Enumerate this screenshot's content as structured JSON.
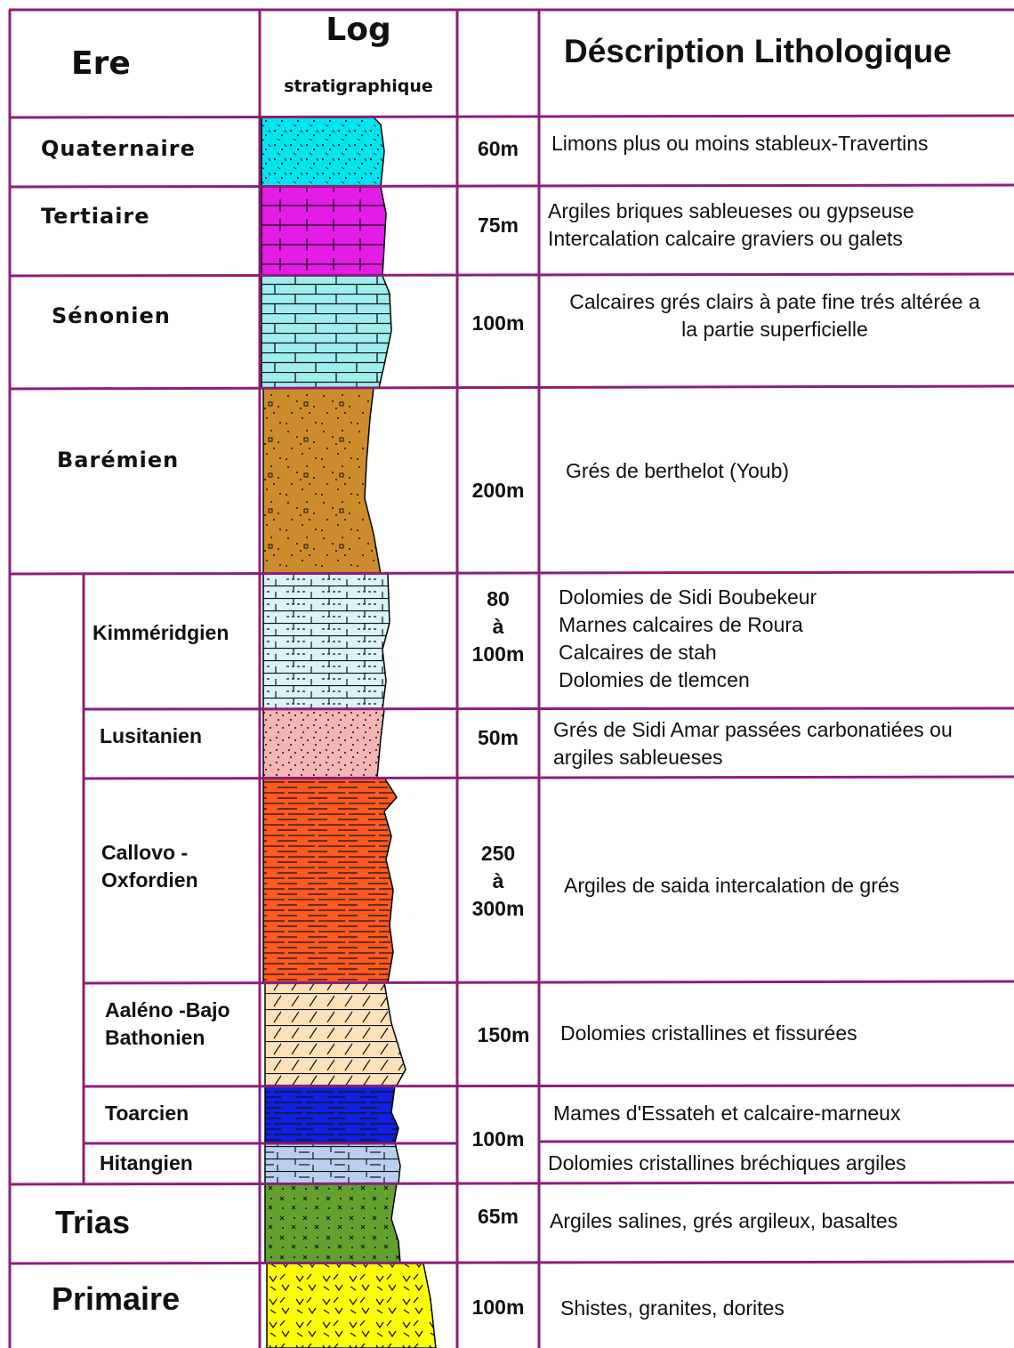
{
  "header": {
    "era": "Ere",
    "log": "Log",
    "log_sub": "stratigraphique",
    "description": "Déscription Lithologique"
  },
  "units": [
    {
      "name": "Quaternaire",
      "thickness": "60m",
      "description": "Limons plus ou moins stableux-Travertins",
      "pattern": "dotted-sand",
      "color": "#00e5ee"
    },
    {
      "name": "Tertiaire",
      "thickness": "75m",
      "description": "Argiles briques sableueses ou gypseuse\nIntercalation calcaire graviers ou galets",
      "pattern": "gypsum-cross",
      "color": "#e51ce5"
    },
    {
      "name": "Sénonien",
      "thickness": "100m",
      "description": "Calcaires grés clairs à pate fine trés altérée a\nla partie superficielle",
      "pattern": "limestone-brick",
      "color": "#9eeeee"
    },
    {
      "name": "Barémien",
      "thickness": "200m",
      "description": "Grés de berthelot (Youb)",
      "pattern": "sandstone-dots",
      "color": "#cd8c2c"
    },
    {
      "name": "Kimméridgien",
      "thickness": "80\nà\n100m",
      "description": "Dolomies de Sidi Boubekeur\nMarnes calcaires de Roura\nCalcaires de stah\nDolomies de tlemcen",
      "pattern": "marly-limestone",
      "color": "#d8f4f4"
    },
    {
      "name": "Lusitanien",
      "thickness": "50m",
      "description": "Grés de Sidi Amar passées carbonatiées ou\nargiles sableueses",
      "pattern": "fine-sand",
      "color": "#f5b5b5"
    },
    {
      "name": "Callovo -\nOxfordien",
      "thickness": "250\nà\n300m",
      "description": "Argiles de saida intercalation de grés",
      "pattern": "clay-dashes",
      "color": "#ff5a1f"
    },
    {
      "name": "Aaléno -Bajo\nBathonien",
      "thickness": "150m",
      "description": "Dolomies cristallines et fissurées",
      "pattern": "dolomite-slash",
      "color": "#fde2b8"
    },
    {
      "name": "Toarcien",
      "thickness": "100m",
      "description": "Mames d'Essateh et calcaire-marneux",
      "pattern": "marl-blue",
      "color": "#1020e0"
    },
    {
      "name": "Hitangien",
      "thickness": "",
      "description": "Dolomies cristallines bréchiques argiles",
      "pattern": "dolomite-breccia",
      "color": "#b8d0ee"
    },
    {
      "name": "Trias",
      "thickness": "65m",
      "description": "Argiles salines, grés argileux, basaltes",
      "pattern": "green-salt",
      "color": "#63a12e"
    },
    {
      "name": "Primaire",
      "thickness": "100m",
      "description": "Shistes, granites, dorites",
      "pattern": "granite-v",
      "color": "#fffa0a"
    }
  ],
  "colors": {
    "grid_line": "#8b1f7a",
    "outline": "#000000"
  }
}
